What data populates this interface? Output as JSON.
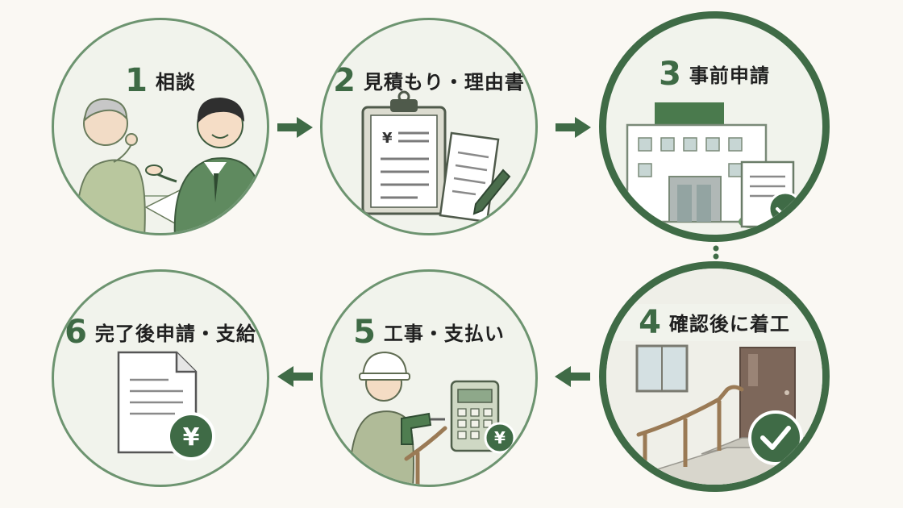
{
  "colors": {
    "background": "#faf8f3",
    "circle_fill": "#f1f3ec",
    "circle_border": "#6d9470",
    "accent_dark_green": "#3f6b46",
    "number_green": "#3e6a45",
    "text": "#1f1f1f"
  },
  "steps": [
    {
      "number": "1",
      "label": "相談",
      "icon": "consultation-illustration"
    },
    {
      "number": "2",
      "label": "見積もり・理由書",
      "icon": "clipboard-estimate-illustration"
    },
    {
      "number": "3",
      "label": "事前申請",
      "icon": "office-building-application-illustration",
      "highlighted": true
    },
    {
      "number": "4",
      "label": "確認後に着工",
      "icon": "entrance-handrail-illustration",
      "highlighted": true
    },
    {
      "number": "5",
      "label": "工事・支払い",
      "icon": "construction-worker-payment-illustration"
    },
    {
      "number": "6",
      "label": "完了後申請・支給",
      "icon": "document-yen-illustration"
    }
  ],
  "symbols": {
    "yen": "¥"
  }
}
